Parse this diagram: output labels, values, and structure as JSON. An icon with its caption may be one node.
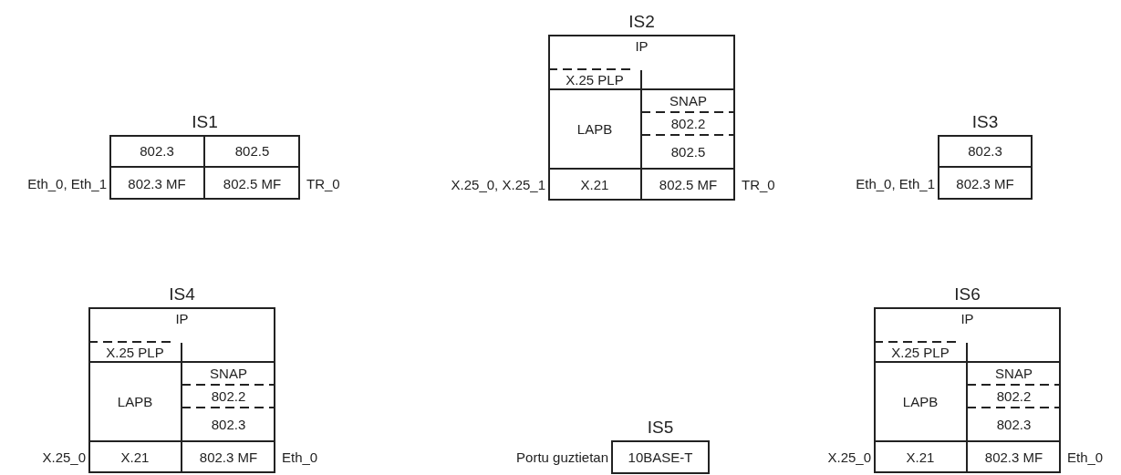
{
  "diagram": {
    "nodes": [
      {
        "text": [
          "IS1"
        ],
        "beside": [
          "Eth_0, Eth_1",
          "TR_0"
        ]
      },
      {
        "text": [
          "802.3"
        ],
        "in": 0
      },
      {
        "text": [
          "802.5"
        ],
        "in": 0
      },
      {
        "text": [
          "802.3 MF"
        ],
        "in": 0
      },
      {
        "text": [
          "802.5 MF"
        ],
        "in": 0
      },
      {
        "text": [
          "IS2"
        ],
        "beside": [
          "X.25_0, X.25_1",
          "TR_0"
        ]
      },
      {
        "text": [
          "IP"
        ],
        "in": 5
      },
      {
        "text": [
          "X.25 PLP"
        ],
        "in": 5
      },
      {
        "text": [
          "LAPB"
        ],
        "in": 5
      },
      {
        "text": [
          "SNAP"
        ],
        "in": 5
      },
      {
        "text": [
          "802.2"
        ],
        "in": 5
      },
      {
        "text": [
          "802.5"
        ],
        "in": 5
      },
      {
        "text": [
          "X.21"
        ],
        "in": 5
      },
      {
        "text": [
          "802.5 MF"
        ],
        "in": 5
      },
      {
        "text": [
          "IS3"
        ],
        "beside": [
          "Eth_0, Eth_1"
        ]
      },
      {
        "text": [
          "802.3"
        ],
        "in": 14
      },
      {
        "text": [
          "802.3 MF"
        ],
        "in": 14
      },
      {
        "text": [
          "IS4"
        ],
        "beside": [
          "X.25_0",
          "Eth_0"
        ]
      },
      {
        "text": [
          "IP"
        ],
        "in": 17
      },
      {
        "text": [
          "X.25 PLP"
        ],
        "in": 17
      },
      {
        "text": [
          "LAPB"
        ],
        "in": 17
      },
      {
        "text": [
          "SNAP"
        ],
        "in": 17
      },
      {
        "text": [
          "802.2"
        ],
        "in": 17
      },
      {
        "text": [
          "802.3"
        ],
        "in": 17
      },
      {
        "text": [
          "X.21"
        ],
        "in": 17
      },
      {
        "text": [
          "802.3 MF"
        ],
        "in": 17
      },
      {
        "text": [
          "IS5"
        ],
        "beside": [
          "Portu guztietan"
        ]
      },
      {
        "text": [
          "10BASE-T"
        ],
        "in": 26
      },
      {
        "text": [
          "IS6"
        ],
        "beside": [
          "X.25_0",
          "Eth_0"
        ]
      },
      {
        "text": [
          "IP"
        ],
        "in": 28
      },
      {
        "text": [
          "X.25 PLP"
        ],
        "in": 28
      },
      {
        "text": [
          "LAPB"
        ],
        "in": 28
      },
      {
        "text": [
          "SNAP"
        ],
        "in": 28
      },
      {
        "text": [
          "802.2"
        ],
        "in": 28
      },
      {
        "text": [
          "802.3"
        ],
        "in": 28
      },
      {
        "text": [
          "X.21"
        ],
        "in": 28
      },
      {
        "text": [
          "802.3 MF"
        ],
        "in": 28
      }
    ]
  }
}
